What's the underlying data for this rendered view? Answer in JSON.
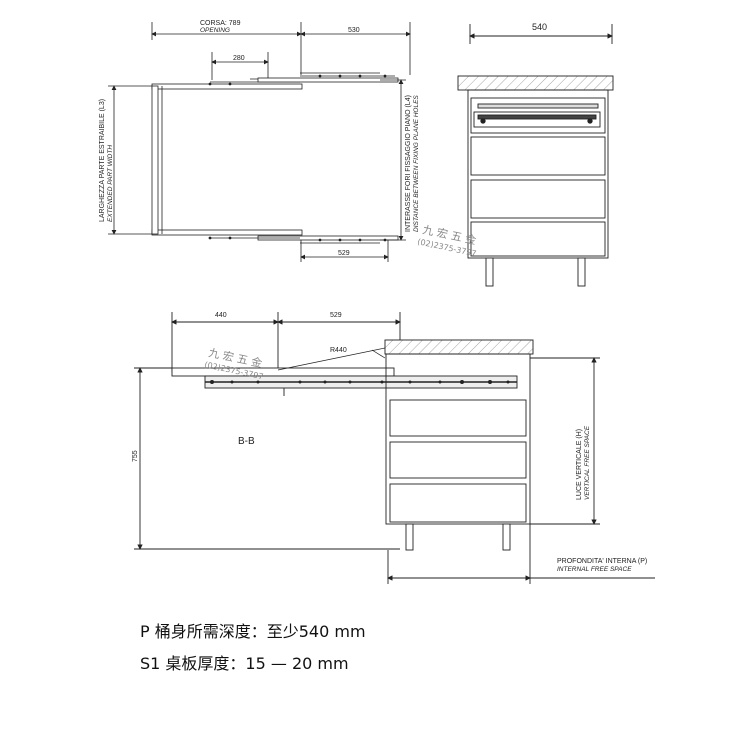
{
  "top_view": {
    "opening_label": "CORSA: 789",
    "opening_label_en": "OPENING",
    "dim_530": "530",
    "dim_280": "280",
    "dim_529": "529",
    "width_label": "LARGHEZZA PARTE ESTRAIBILE (L3)",
    "width_label_en": "EXTENDED PART WIDTH",
    "holes_label": "INTERASSE FORI FISSAGGIO PIANO (L4)",
    "holes_label_en": "DISTANCE BETWEEN FIXING PLANE HOLES"
  },
  "front_view": {
    "dim_540": "540"
  },
  "section_view": {
    "dim_440": "440",
    "dim_529": "529",
    "radius_label": "R440",
    "height_label": "755",
    "section_label": "B-B",
    "vertical_label": "LUCE VERTICALE (H)",
    "vertical_label_en": "VERTICAL FREE SPACE",
    "depth_label": "PROFONDITA' INTERNA (P)",
    "depth_label_en": "INTERNAL FREE SPACE"
  },
  "watermark": {
    "name": "九 宏 五 金",
    "phone": "(02)2375-3797"
  },
  "notes": {
    "line1": "P 桶身所需深度：至少540 mm",
    "line2": "S1 桌板厚度：15 — 20 mm"
  }
}
